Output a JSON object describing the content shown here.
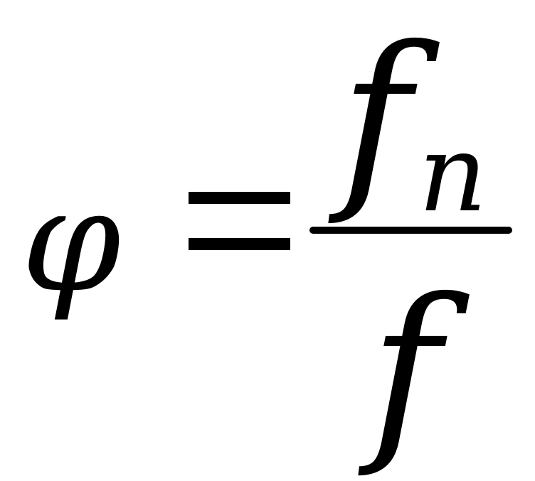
{
  "formula": {
    "lhs": "φ",
    "numerator": "f",
    "numerator_subscript": "n",
    "denominator": "f"
  }
}
